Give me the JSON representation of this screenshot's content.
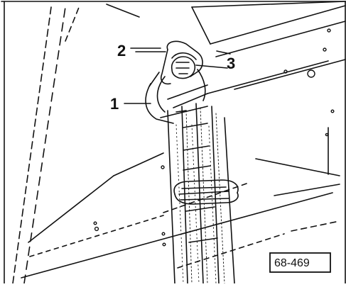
{
  "figure": {
    "callouts": [
      {
        "id": "callout-1",
        "label": "1"
      },
      {
        "id": "callout-2",
        "label": "2"
      },
      {
        "id": "callout-3",
        "label": "3"
      }
    ],
    "reference_code": "68-469"
  },
  "colors": {
    "ink": "#111111",
    "paper": "#ffffff"
  }
}
